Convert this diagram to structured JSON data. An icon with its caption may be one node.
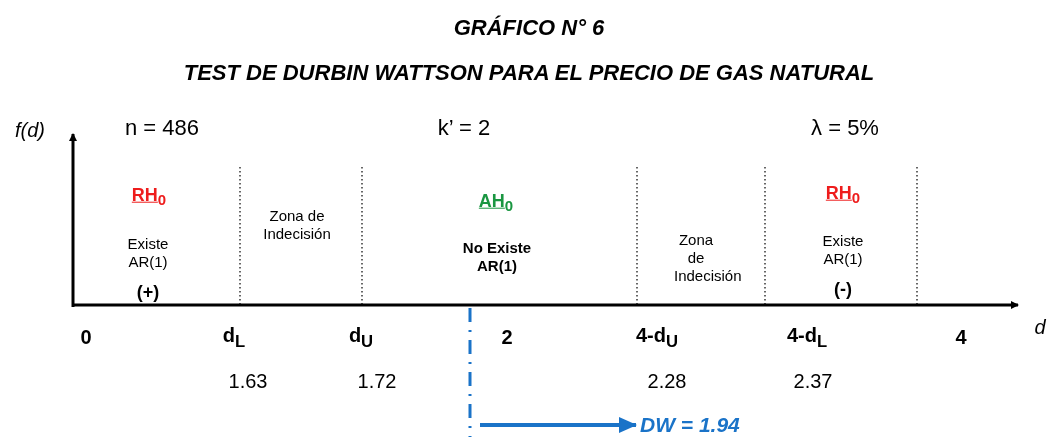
{
  "diagram": {
    "title": "GRÁFICO N° 6",
    "nodes": [
      {
        "text": [],
        "shape": "line"
      },
      {
        "text": [
          "DW = 1.94"
        ]
      }
    ],
    "edges": [
      {
        "from": 0,
        "to": 1,
        "arrow": "to"
      }
    ],
    "labels": [
      "TEST DE DURBIN WATTSON PARA EL PRECIO DE GAS NATURAL",
      "f(d)",
      "n = 486",
      "k’ = 2",
      "λ = 5%",
      "RH$_{0}$",
      "Existe AR(1)",
      "(+)",
      "Zona de Indecisión",
      "AH$_{0}$",
      "No Existe AR(1)",
      "Zona de Indecisión",
      "RH$_{0}$",
      "Existe AR(1)",
      "(-)",
      "d",
      "0",
      "d$_{L}$",
      "d$_{U}$",
      "2",
      "4-d$_{U}$",
      "4-d$_{L}$",
      "4",
      "1.63",
      "1.72",
      "2.28",
      "2.37"
    ]
  }
}
